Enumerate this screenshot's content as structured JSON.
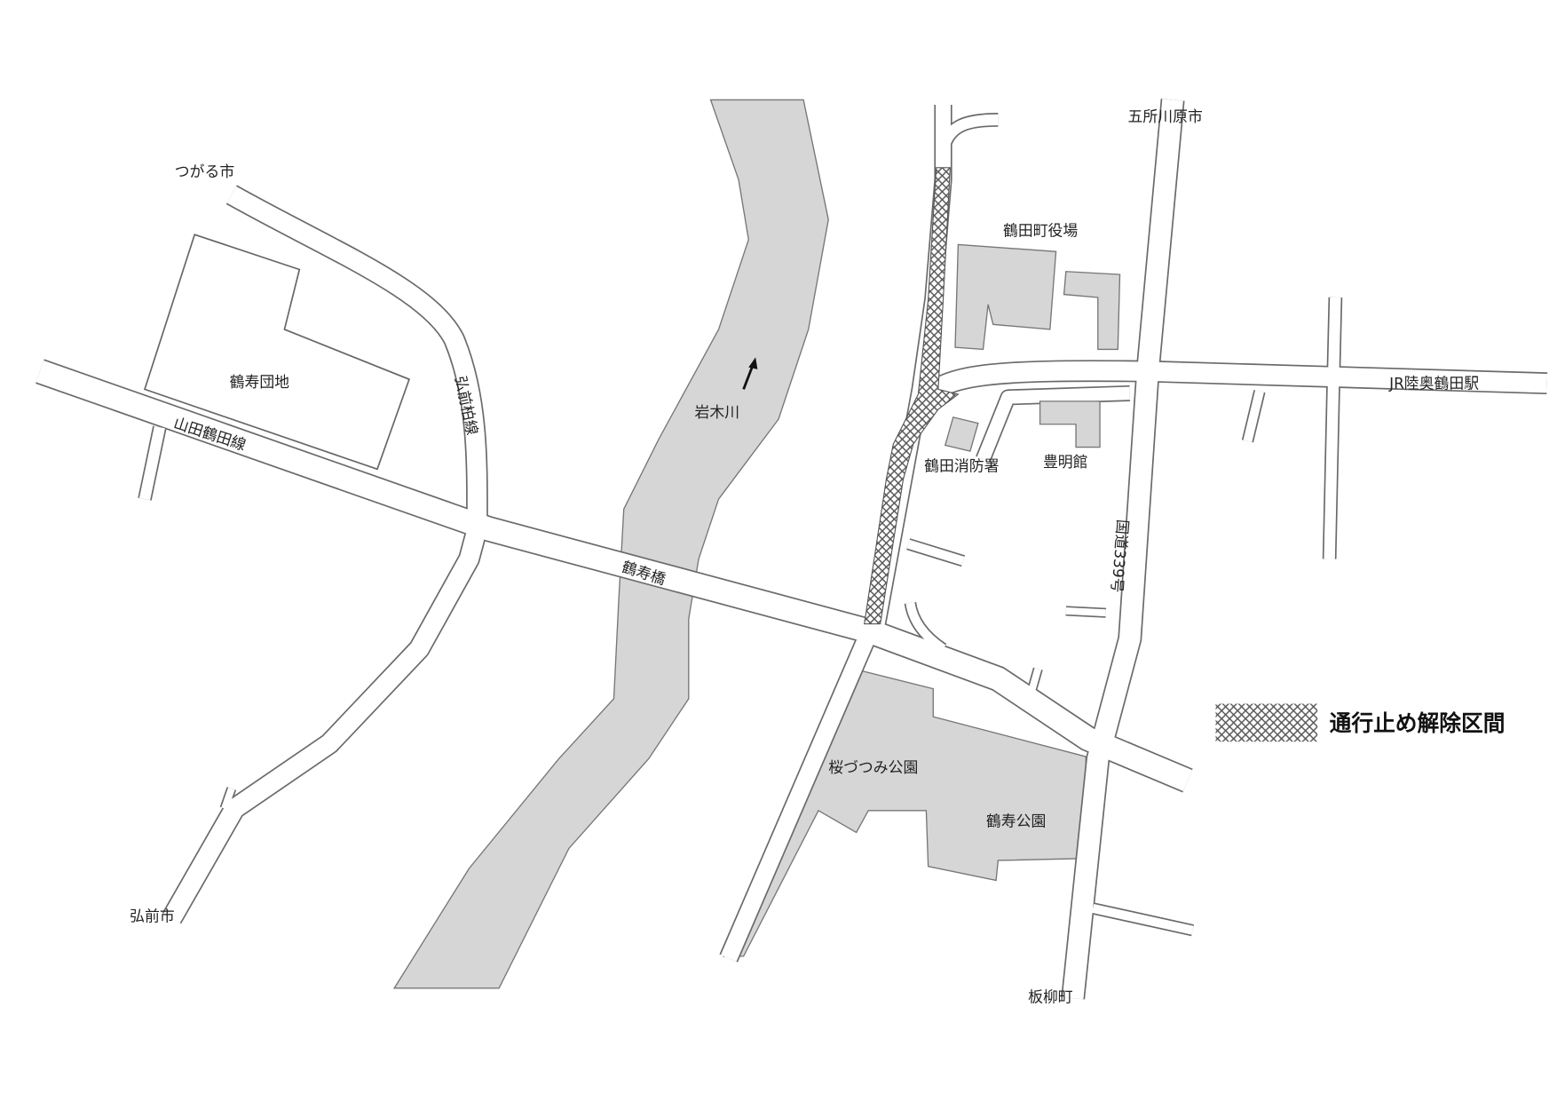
{
  "map": {
    "legend": {
      "label": "通行止め解除区間",
      "pattern": "crosshatch"
    },
    "colors": {
      "river": "#d6d6d6",
      "park": "#d6d6d6",
      "road_edge": "#6a6a6a",
      "closure_hatch": "#555555"
    },
    "places": {
      "tsugaru": "つがる市",
      "kakuju_danchi": "鶴寿団地",
      "hirosaki_kashiwa_line": "弘前柏線",
      "yamada_tsuruta_line": "山田鶴田線",
      "iwaki_river": "岩木川",
      "kakuju_bridge": "鶴寿橋",
      "town_office": "鶴田町役場",
      "goshogawara": "五所川原市",
      "jr_station": "JR陸奥鶴田駅",
      "fire_station": "鶴田消防署",
      "homeikan": "豊明館",
      "route339": "国道339号",
      "sakura_park": "桜づつみ公園",
      "kakuju_park": "鶴寿公園",
      "hirosaki": "弘前市",
      "itayanagi": "板柳町"
    }
  }
}
